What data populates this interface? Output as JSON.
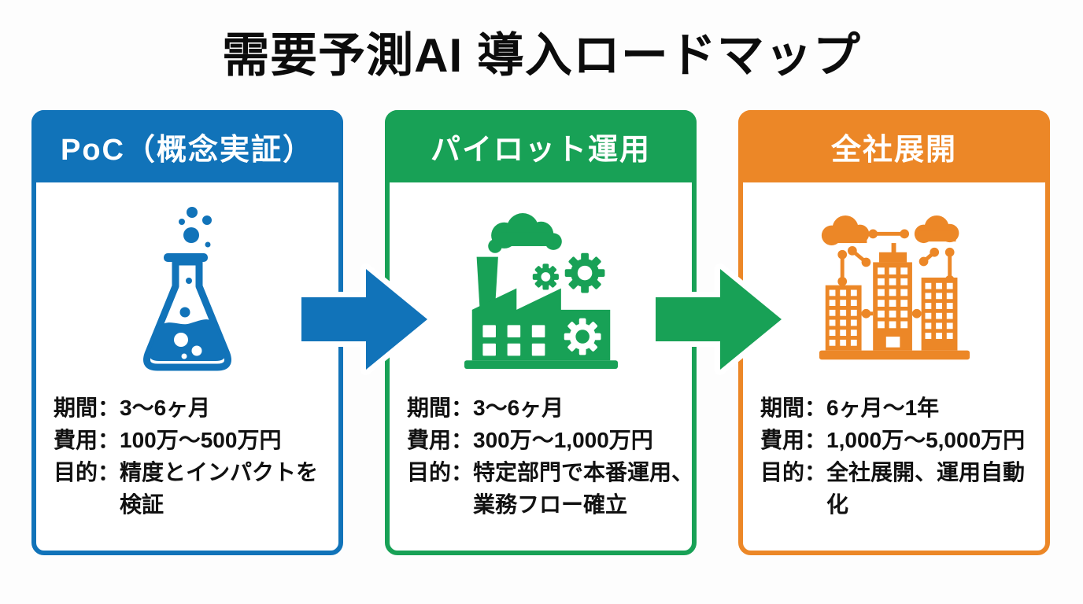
{
  "title": "需要予測AI 導入ロードマップ",
  "colors": {
    "stage1": "#1173B9",
    "stage2": "#18A156",
    "stage3": "#EC8727",
    "title_text": "#0C0C0C",
    "body_text": "#111111",
    "card_bg": "#FFFFFF",
    "page_bg": "#FDFDFD",
    "header_text": "#FFFFFF"
  },
  "cards": [
    {
      "title": "PoC（概念実証）",
      "icon": "flask-icon",
      "rows": [
        {
          "label": "期間：",
          "line1": "3〜6ヶ月"
        },
        {
          "label": "費用：",
          "line1": "100万〜500万円"
        },
        {
          "label": "目的：",
          "line1": "精度とインパクトを",
          "line2": "検証"
        }
      ]
    },
    {
      "title": "パイロット運用",
      "icon": "factory-icon",
      "rows": [
        {
          "label": "期間：",
          "line1": "3〜6ヶ月"
        },
        {
          "label": "費用：",
          "line1": "300万〜1,000万円"
        },
        {
          "label": "目的：",
          "line1": "特定部門で本番運用、",
          "line2": "業務フロー確立"
        }
      ]
    },
    {
      "title": "全社展開",
      "icon": "buildings-icon",
      "rows": [
        {
          "label": "期間：",
          "line1": "6ヶ月〜1年"
        },
        {
          "label": "費用：",
          "line1": "1,000万〜5,000万円"
        },
        {
          "label": "目的：",
          "line1": "全社展開、運用自動",
          "line2": "化"
        }
      ]
    }
  ],
  "arrows": [
    {
      "name": "arrow-poc-to-pilot"
    },
    {
      "name": "arrow-pilot-to-rollout"
    }
  ]
}
